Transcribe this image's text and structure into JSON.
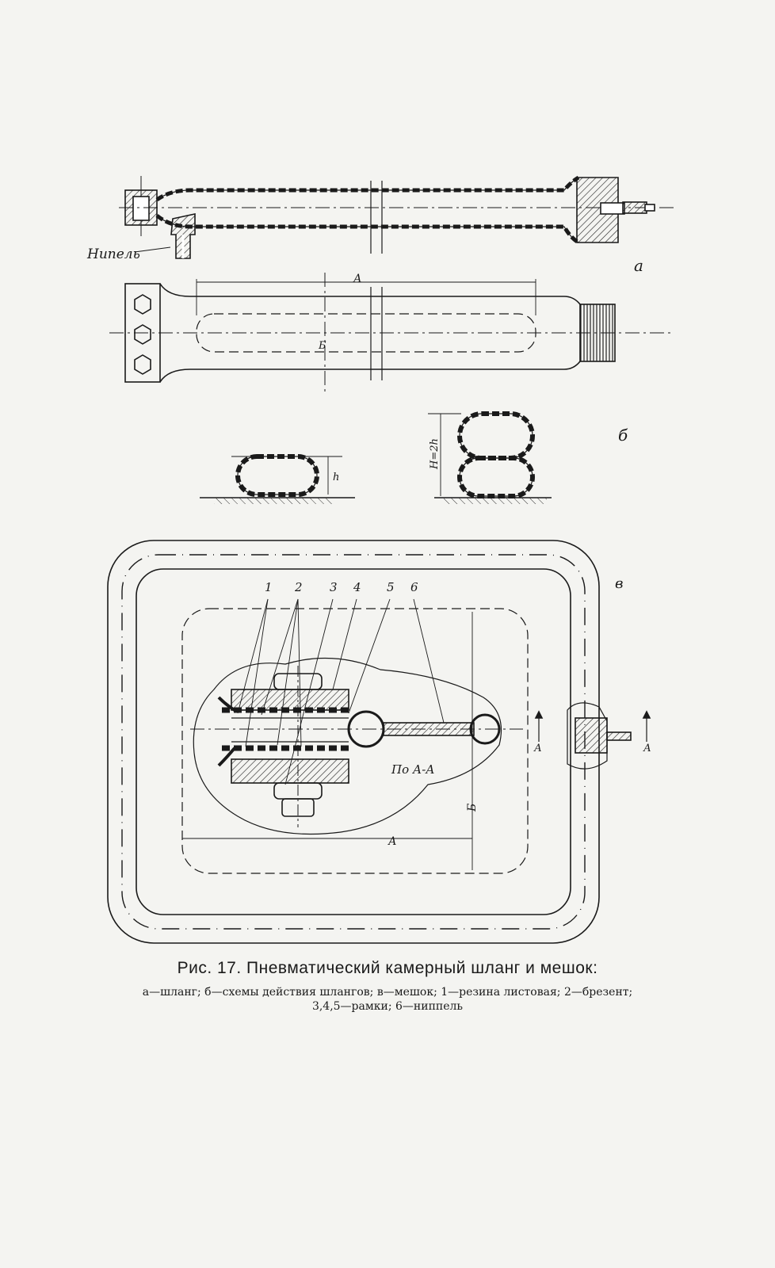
{
  "figure": {
    "labels": {
      "panel_a": "а",
      "panel_b": "б",
      "panel_v": "в",
      "nipple": "Нипель",
      "dim_A": "А",
      "dim_B": "Б",
      "dim_h": "h",
      "dim_H": "H=2h",
      "section": "По А-А",
      "cut_A": "А",
      "callouts": [
        "1",
        "2",
        "3",
        "4",
        "5",
        "6"
      ]
    }
  },
  "caption": {
    "title": "Рис. 17. Пневматический камерный шланг и мешок:",
    "line1": "а—шланг; б—схемы действия шлангов; в—мешок; 1—резина листовая; 2—брезент;",
    "line2": "3,4,5—рамки; 6—ниппель"
  }
}
